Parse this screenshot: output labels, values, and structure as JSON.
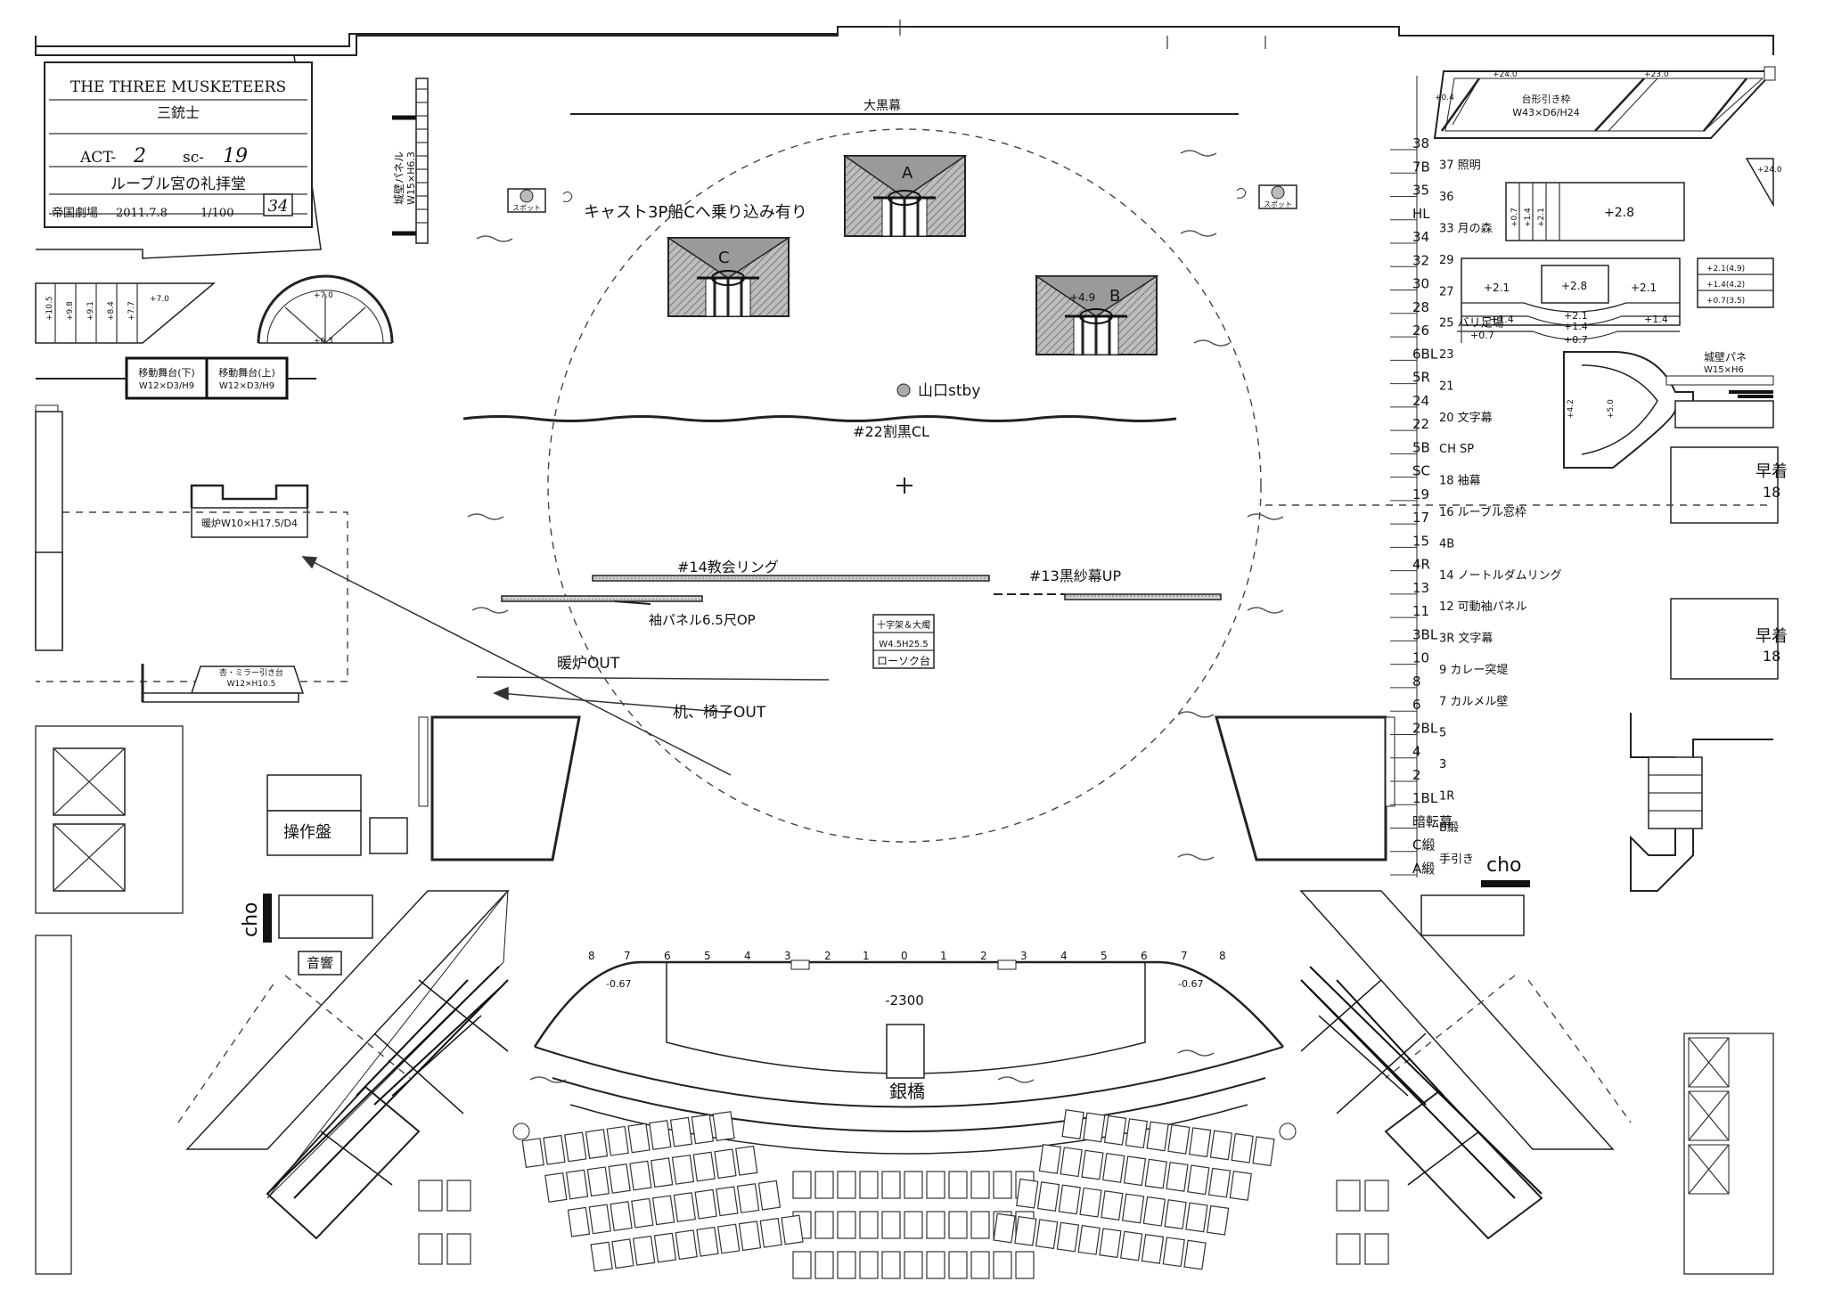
{
  "title_block": {
    "title_en": "THE THREE MUSKETEERS",
    "title_jp": "三銃士",
    "act_label": "ACT-",
    "act_value": "2",
    "scene_label": "sc-",
    "scene_value": "19",
    "location": "ルーブル宮の礼拝堂",
    "theatre": "帝国劇場",
    "date": "2011.7.8",
    "scale": "1/100",
    "page": "34"
  },
  "stage_labels": {
    "big_black_curtain": "大黒幕",
    "cast_note": "キャスト3P船Cへ乗り込み有り",
    "yamaguchi": "山口stby",
    "split_black": "#22割黒CL",
    "church_ring": "#14教会リング",
    "black_gauze": "#13黒紗幕UP",
    "sleeve_panel": "袖パネル6.5尺OP",
    "fireplace_out": "暖炉OUT",
    "desk_out": "机、椅子OUT",
    "silver_bridge": "銀橋",
    "sound": "音響",
    "control_panel": "操作盤",
    "cho_left": "cho",
    "cho_right": "cho",
    "center_depth": "-2300",
    "edge_left": "-0.67",
    "edge_right": "-0.67"
  },
  "boats": [
    {
      "letter": "A"
    },
    {
      "letter": "B",
      "height": "+4.9"
    },
    {
      "letter": "C"
    }
  ],
  "left_set": {
    "castle_wall_panel": "城壁パネル",
    "castle_wall_size": "W15×H6.3",
    "mobile_stage_low": "移動舞台(下)",
    "mobile_stage_high": "移動舞台(上)",
    "mobile_stage_size": "W12×D3/H9",
    "fireplace": "暖炉W10×H17.5/D4",
    "statue_wagon": "杏・ミラー引き台",
    "statue_wagon_size": "W12×H10.5",
    "stair_heights": [
      "+10.5",
      "+9.8",
      "+9.1",
      "+8.4",
      "+7.7",
      "+7.0"
    ],
    "arch_top": "+7.0",
    "arch_bottom": "+6.3"
  },
  "center_props": {
    "cross": "十字架＆大燭",
    "cross_size": "W4.5H25.5",
    "candle_stand": "ローソク台",
    "candle_stand_size": "W4.5H25.5"
  },
  "right_set": {
    "trapezoid_wagon": "台形引き枠",
    "trapezoid_size": "W43×D6/H24",
    "trapezoid_heights": [
      "+24.0",
      "+23.0",
      "+0.4"
    ],
    "platform_heights_top": [
      "+0.7",
      "+1.4",
      "+2.1",
      "+2.8"
    ],
    "platform_mid": [
      "+2.1",
      "+2.8",
      "+2.1"
    ],
    "platform_low": [
      "+1.4",
      "+2.1",
      "+1.4",
      "+1.4",
      "+0.7",
      "+0.7"
    ],
    "small_steps": [
      "+2.1(4.9)",
      "+1.4(4.2)",
      "+0.7(3.5)"
    ],
    "castle_wall_r": "城壁パネ",
    "castle_wall_r_size": "W15×H6",
    "boat_heights": [
      "+4.2",
      "+5.0"
    ],
    "quick_change_1": "早着",
    "quick_change_1_num": "18",
    "quick_change_2": "早着",
    "quick_change_2_num": "18",
    "tag_right": "+24.0"
  },
  "batten_numbers": [
    "38",
    "7B",
    "35",
    "HL",
    "34",
    "32",
    "30",
    "28",
    "26",
    "6BL",
    "5R",
    "24",
    "22",
    "5B",
    "SC",
    "19",
    "17",
    "15",
    "4R",
    "13",
    "11",
    "3BL",
    "10",
    "8",
    "6",
    "2BL",
    "4",
    "2",
    "1BL",
    "暗転幕",
    "C緞",
    "A緞"
  ],
  "batten_notes": [
    "37 照明",
    "36",
    "33 月の森",
    "29",
    "27",
    "25 バリ足場",
    "23",
    "21",
    "20 文字幕",
    "CH SP",
    "18 袖幕",
    "16 ルーブル窓枠",
    "4B",
    "14 ノートルダムリング",
    "12 可動袖パネル",
    "3R 文字幕",
    "9 カレー突堤",
    "7 カルメル壁",
    "5",
    "3",
    "1R",
    "B緞",
    "手引き"
  ],
  "seat_row_numbers": [
    "8",
    "7",
    "6",
    "5",
    "4",
    "3",
    "2",
    "1",
    "0",
    "1",
    "2",
    "3",
    "4",
    "5",
    "6",
    "7",
    "8"
  ],
  "spot_labels": [
    "スポット",
    "スポット"
  ]
}
